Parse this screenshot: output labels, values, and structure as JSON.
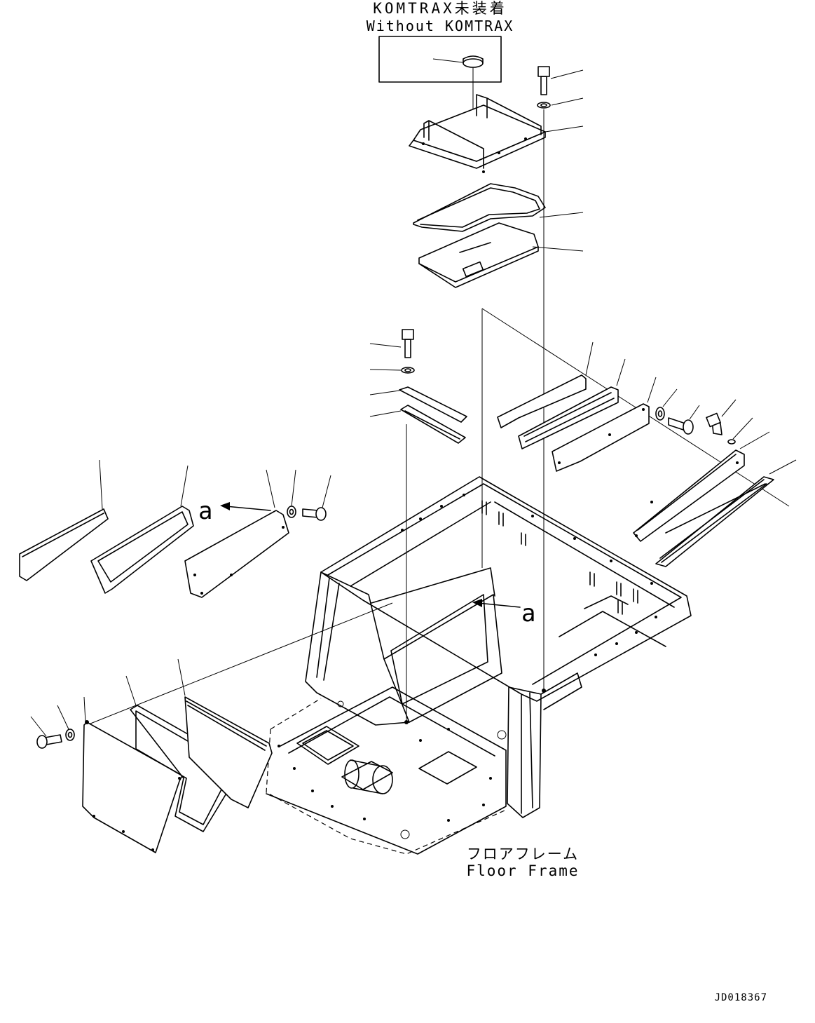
{
  "title": {
    "jp": "KOMTRAX未装着",
    "en": "Without KOMTRAX"
  },
  "view_callouts": [
    {
      "letter": "a"
    },
    {
      "letter": "a"
    }
  ],
  "floor_frame": {
    "jp": "フロアフレーム",
    "en": "Floor Frame"
  },
  "drawing_number": "JD018367"
}
